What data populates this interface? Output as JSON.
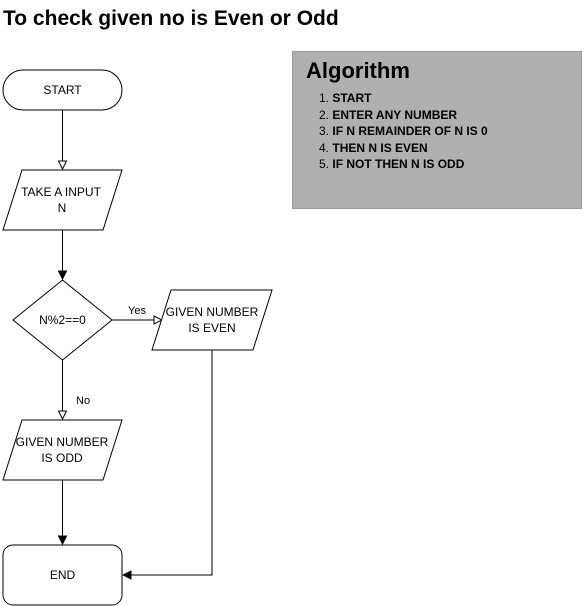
{
  "title": "To check given no is Even or Odd",
  "algorithm": {
    "heading": "Algorithm",
    "steps": [
      {
        "num": "1.",
        "text": "START"
      },
      {
        "num": "2.",
        "text": "ENTER ANY NUMBER"
      },
      {
        "num": "3.",
        "text": "IF N REMAINDER OF N IS 0"
      },
      {
        "num": "4.",
        "text": "THEN N IS EVEN"
      },
      {
        "num": "5.",
        "text": "IF NOT THEN N IS ODD"
      }
    ]
  },
  "flowchart": {
    "start": "START",
    "input_line1": "TAKE A INPUT",
    "input_line2": "N",
    "decision": "N%2==0",
    "yes_label": "Yes",
    "no_label": "No",
    "even_line1": "GIVEN NUMBER",
    "even_line2": "IS EVEN",
    "odd_line1": "GIVEN NUMBER",
    "odd_line2": "IS ODD",
    "end": "END"
  },
  "colors": {
    "algorithm_background": "#b0b0b0",
    "stroke": "#000000"
  }
}
